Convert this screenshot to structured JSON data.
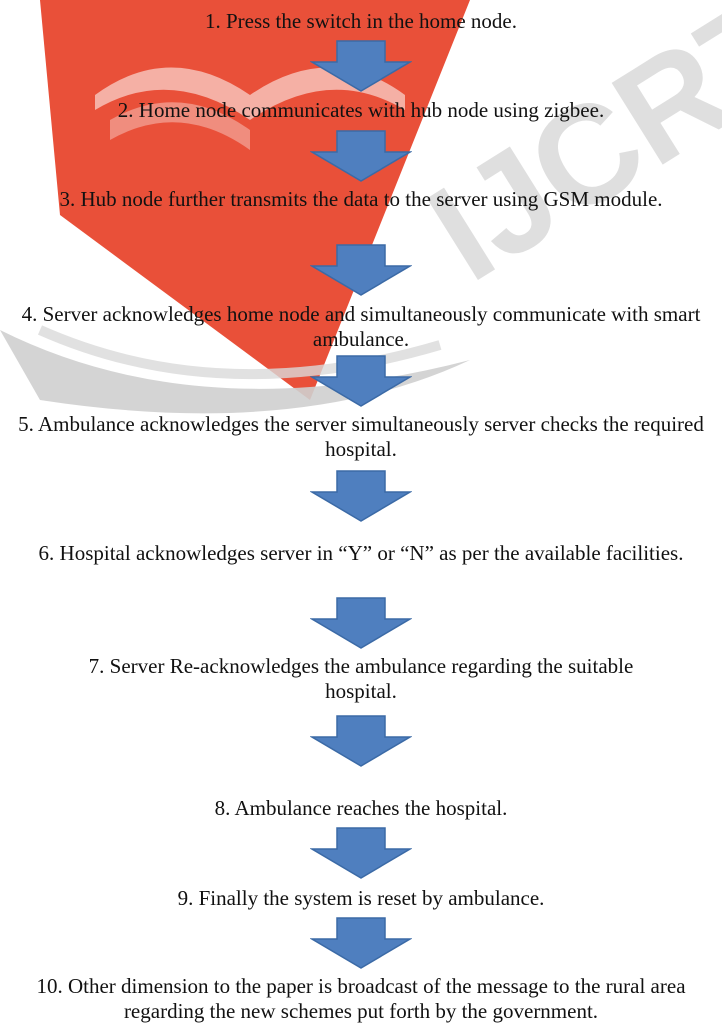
{
  "watermark": {
    "text": "IJCRT",
    "color": "#e8472e"
  },
  "arrow_color": "#4f7fbf",
  "arrow_stroke": "#3b6aa6",
  "steps": [
    "1. Press the switch in the home node.",
    "2. Home node communicates with hub node using zigbee.",
    "3. Hub node further transmits the data to the server using GSM module.",
    "4. Server acknowledges home node and simultaneously communicate with smart ambulance.",
    "5. Ambulance acknowledges the server simultaneously server checks the required hospital.",
    "6. Hospital acknowledges server in “Y” or “N” as per the available facilities.",
    "7. Server Re-acknowledges the ambulance regarding the suitable hospital.",
    "8. Ambulance reaches the hospital.",
    "9. Finally the system is reset by ambulance.",
    "10. Other dimension to the paper is broadcast of the message to the rural area regarding the new schemes put forth by the government."
  ]
}
